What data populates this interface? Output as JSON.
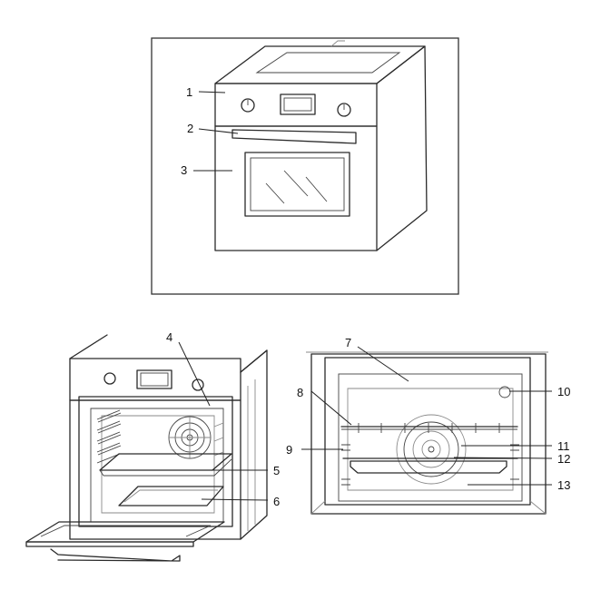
{
  "callouts": {
    "c1": "1",
    "c2": "2",
    "c3": "3",
    "c4": "4",
    "c5": "5",
    "c6": "6",
    "c7": "7",
    "c8": "8",
    "c9": "9",
    "c10": "10",
    "c11": "11",
    "c12": "12",
    "c13": "13"
  },
  "colors": {
    "line": "#2a2a2a",
    "background": "#ffffff"
  }
}
